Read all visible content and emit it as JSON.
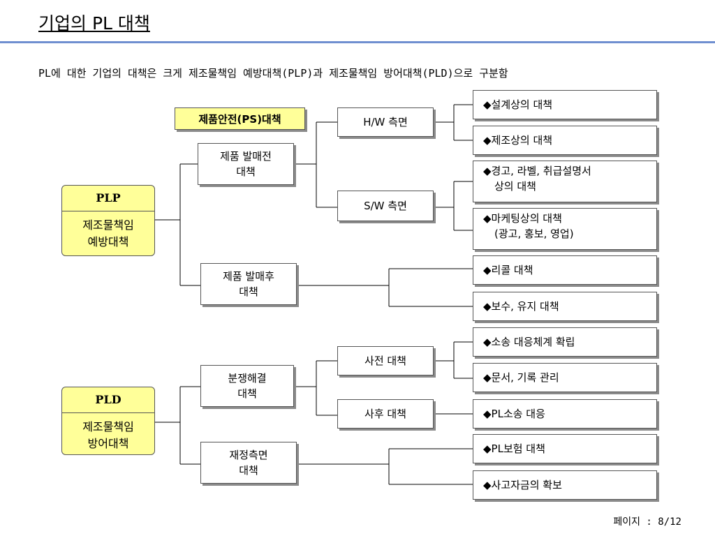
{
  "title": "기업의 PL 대책",
  "subtitle": "PL에 대한 기업의 대책은 크게 제조물책임 예방대책(PLP)과 제조물책임 방어대책(PLD)으로 구분함",
  "ps_label": "제품안전(PS)대책",
  "plp": {
    "head": "PLP",
    "line1": "제조물책임",
    "line2": "예방대책"
  },
  "pld": {
    "head": "PLD",
    "line1": "제조물책임",
    "line2": "방어대책"
  },
  "level2": {
    "pre_sale": [
      "제품 발매전",
      "대책"
    ],
    "post_sale": [
      "제품 발매후",
      "대책"
    ],
    "dispute": [
      "분쟁해결",
      "대책"
    ],
    "finance": [
      "재정측면",
      "대책"
    ]
  },
  "level3": {
    "hw": "H/W 측면",
    "sw": "S/W 측면",
    "before": "사전 대책",
    "after": "사후 대책"
  },
  "leaves": {
    "design": "◆설계상의 대책",
    "manufacture": "◆제조상의 대책",
    "warning": [
      "◆경고, 라벨, 취급설명서",
      "상의 대책"
    ],
    "marketing": [
      "◆마케팅상의 대책",
      "(광고, 홍보, 영업)"
    ],
    "recall": "◆리콜 대책",
    "repair": "◆보수, 유지 대책",
    "litigation_system": "◆소송 대응체계 확립",
    "documents": "◆문서, 기록 관리",
    "litigation_response": "◆PL소송 대응",
    "insurance": "◆PL보험 대책",
    "fund": "◆사고자금의 확보"
  },
  "page": "페이지 : 8/12",
  "colors": {
    "accent_rule": "#6f8fd0",
    "highlight_fill": "#ffff99"
  }
}
